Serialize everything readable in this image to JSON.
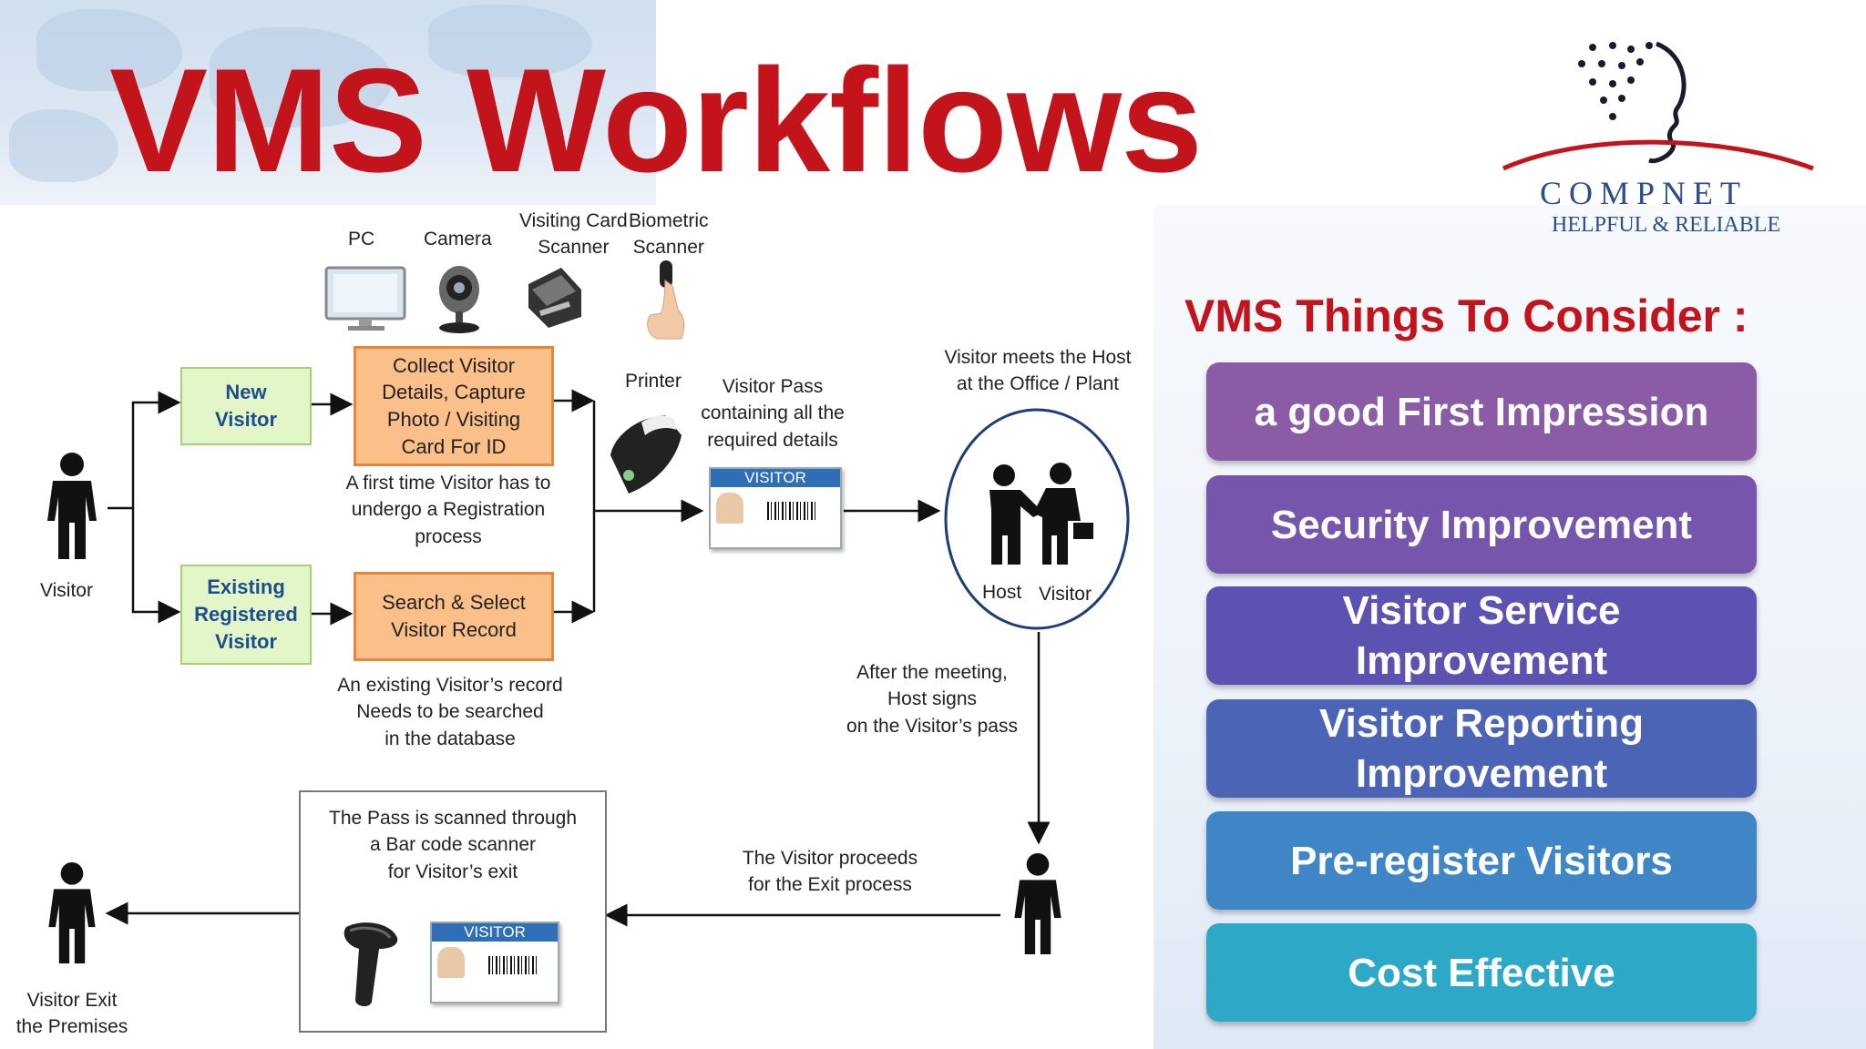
{
  "title": "VMS Workflows",
  "logo": {
    "name": "COMPNET",
    "tagline": "HELPFUL & RELIABLE"
  },
  "devices": {
    "pc": "PC",
    "camera": "Camera",
    "visiting_card_scanner": "Visiting Card\nScanner",
    "biometric_scanner": "Biometric\nScanner",
    "printer": "Printer"
  },
  "workflow": {
    "visitor": "Visitor",
    "new_visitor": "New\nVisitor",
    "existing_visitor": "Existing\nRegistered\nVisitor",
    "collect_step": "Collect Visitor\nDetails, Capture\nPhoto / Visiting\nCard For ID",
    "collect_note": "A first time Visitor has to\nundergo a Registration\nprocess",
    "search_step": "Search & Select\nVisitor Record",
    "search_note": "An existing Visitor’s record\nNeeds to be searched\nin the database",
    "pass_note": "Visitor Pass\ncontaining all the\nrequired details",
    "pass_card_label": "VISITOR",
    "meet_note": "Visitor meets the Host\nat the Office / Plant",
    "host": "Host",
    "meet_visitor": "Visitor",
    "after_meeting": "After the meeting,\nHost signs\non the Visitor’s pass",
    "exit_process": "The Visitor proceeds\nfor the Exit process",
    "scan_note": "The Pass is scanned through\na Bar code scanner\nfor Visitor’s exit",
    "exit_card_label": "VISITOR",
    "visitor_exit": "Visitor Exit\nthe Premises"
  },
  "consider": {
    "title": "VMS Things To Consider :",
    "items": [
      {
        "label": "a good First Impression",
        "color": "#8a5ca6"
      },
      {
        "label": "Security Improvement",
        "color": "#7656ad"
      },
      {
        "label": "Visitor Service\nImprovement",
        "color": "#5c52b2"
      },
      {
        "label": "Visitor Reporting\nImprovement",
        "color": "#4c64b6"
      },
      {
        "label": "Pre-register Visitors",
        "color": "#3f86c6"
      },
      {
        "label": "Cost Effective",
        "color": "#2ea8c7"
      }
    ]
  }
}
